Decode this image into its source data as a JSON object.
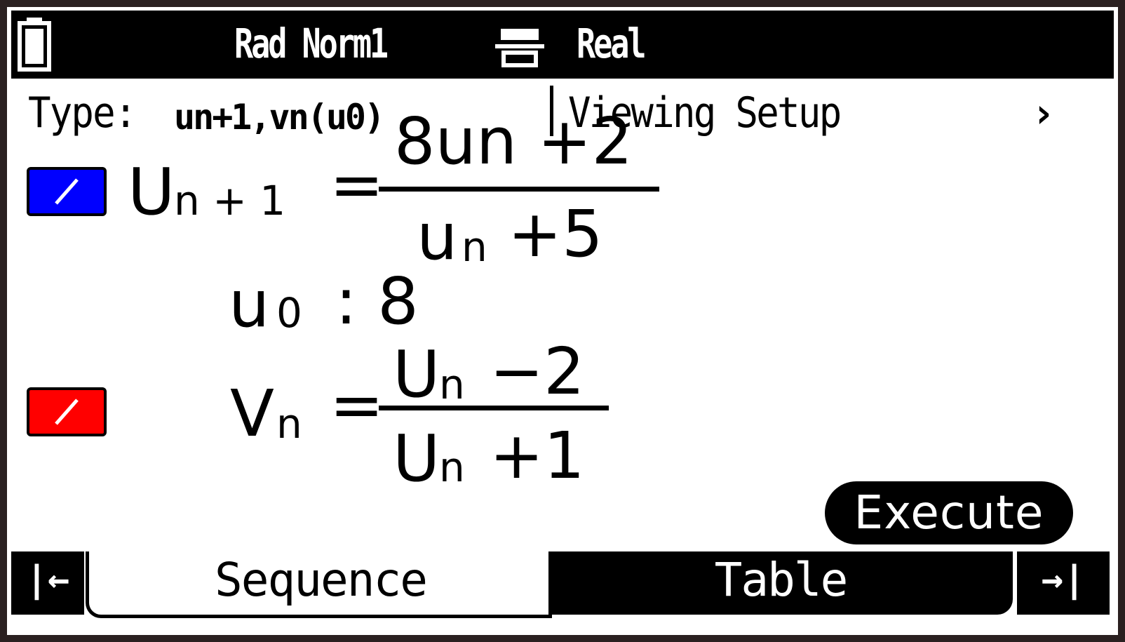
{
  "status_bar": {
    "mode": "Rad Norm1",
    "complex_mode": "Real",
    "icons": [
      "battery-icon",
      "display-format-icon"
    ]
  },
  "type_row": {
    "label": "Type:",
    "value": "un+1,vn(u0)",
    "viewing_setup": "Viewing Setup",
    "more": "›"
  },
  "sequences": [
    {
      "color": "#0000ff",
      "lhs_main": "U",
      "lhs_sub": "n + 1",
      "equals": "=",
      "numerator_partial": "8un +2",
      "denominator_main": "u",
      "denominator_sub": "n",
      "denominator_rest": "+5",
      "initial_main": "u",
      "initial_sub": "0",
      "initial_value": ": 8"
    },
    {
      "color": "#ff0000",
      "lhs_main": "V",
      "lhs_sub": "n",
      "equals": "=",
      "numerator_main": "U",
      "numerator_sub": "n",
      "numerator_rest": "−2",
      "denominator_main": "U",
      "denominator_sub": "n",
      "denominator_rest": "+1"
    }
  ],
  "execute_label": "Execute",
  "tabs": {
    "first": "|←",
    "sequence": "Sequence",
    "table": "Table",
    "last": "→|"
  }
}
